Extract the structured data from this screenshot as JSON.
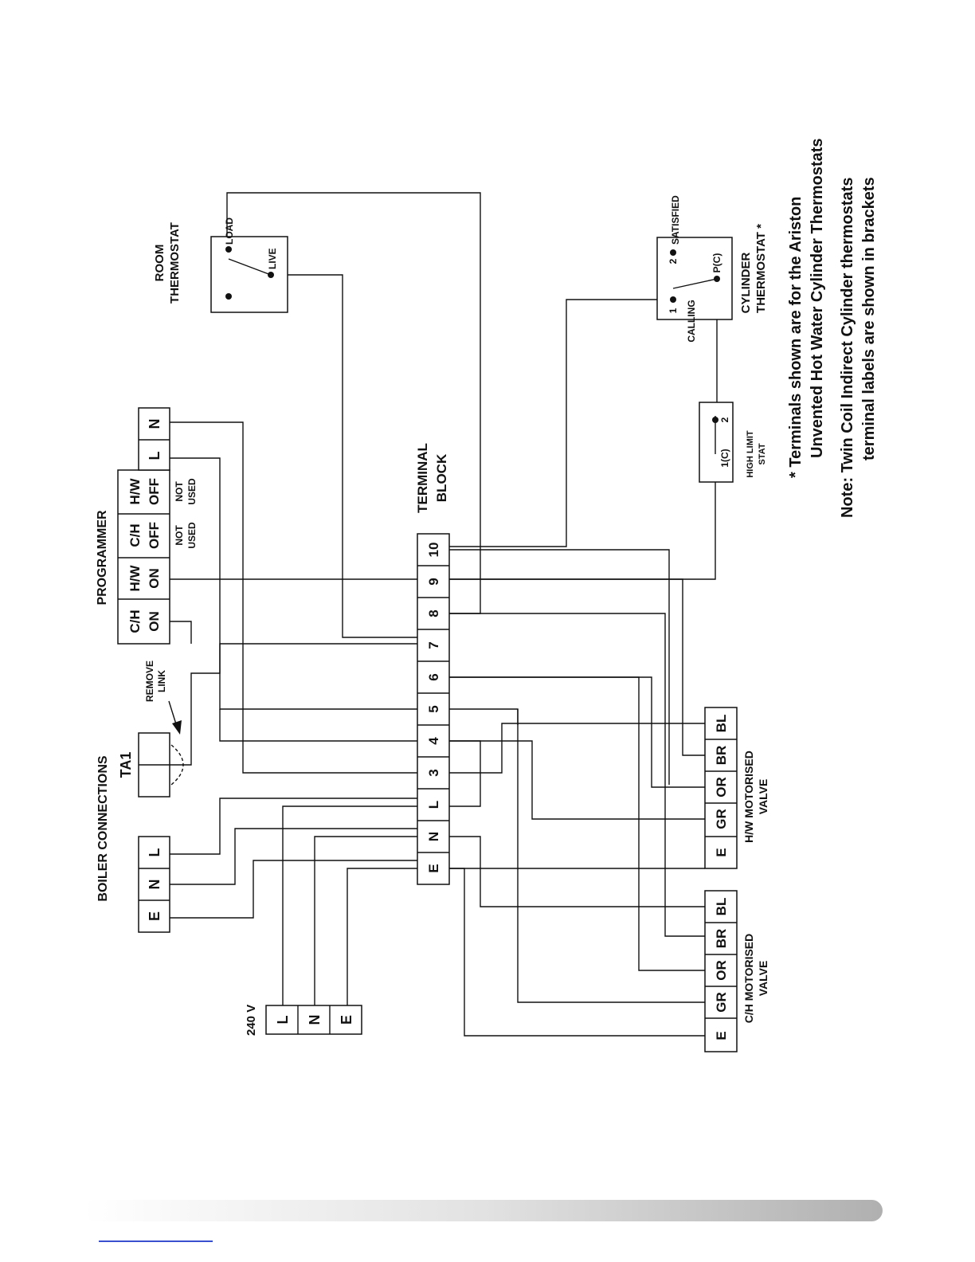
{
  "supply": {
    "title": "240 V",
    "terminals": [
      "L",
      "N",
      "E"
    ]
  },
  "boiler": {
    "title": "BOILER CONNECTIONS",
    "terminals": [
      "E",
      "N",
      "L"
    ],
    "ta1": "TA1",
    "remove_link": [
      "REMOVE",
      "LINK"
    ]
  },
  "programmer": {
    "title": "PROGRAMMER",
    "terminals": [
      [
        "C/H",
        "ON"
      ],
      [
        "H/W",
        "ON"
      ],
      [
        "C/H",
        "OFF"
      ],
      [
        "H/W",
        "OFF"
      ],
      [
        "L"
      ],
      [
        "N"
      ]
    ],
    "not_used": [
      "NOT",
      "USED"
    ]
  },
  "terminal_block": {
    "title": [
      "TERMINAL",
      "BLOCK"
    ],
    "terminals": [
      "E",
      "N",
      "L",
      "3",
      "4",
      "5",
      "6",
      "7",
      "8",
      "9",
      "10"
    ]
  },
  "ch_valve": {
    "title": [
      "C/H MOTORISED",
      "VALVE"
    ],
    "terminals": [
      "E",
      "GR",
      "OR",
      "BR",
      "BL"
    ]
  },
  "hw_valve": {
    "title": [
      "H/W MOTORISED",
      "VALVE"
    ],
    "terminals": [
      "E",
      "GR",
      "OR",
      "BR",
      "BL"
    ]
  },
  "room_thermostat": {
    "title": [
      "ROOM",
      "THERMOSTAT"
    ],
    "load": "LOAD",
    "live": "LIVE"
  },
  "cylinder_thermostat": {
    "title": [
      "CYLINDER",
      "THERMOSTAT *"
    ],
    "t1": "1",
    "t2": "2",
    "satisfied": "SATISFIED",
    "calling": "CALLING",
    "pc": "P(C)"
  },
  "high_limit": {
    "title": [
      "HIGH LIMIT",
      "STAT"
    ],
    "t1": "1(C)",
    "t2": "2"
  },
  "notes": {
    "line1": "* Terminals shown are for the Ariston",
    "line2": "Unvented Hot Water Cylinder Thermostats",
    "line3": "Note:  Twin Coil Indirect Cylinder thermostats",
    "line4": "terminal labels are shown in brackets"
  }
}
